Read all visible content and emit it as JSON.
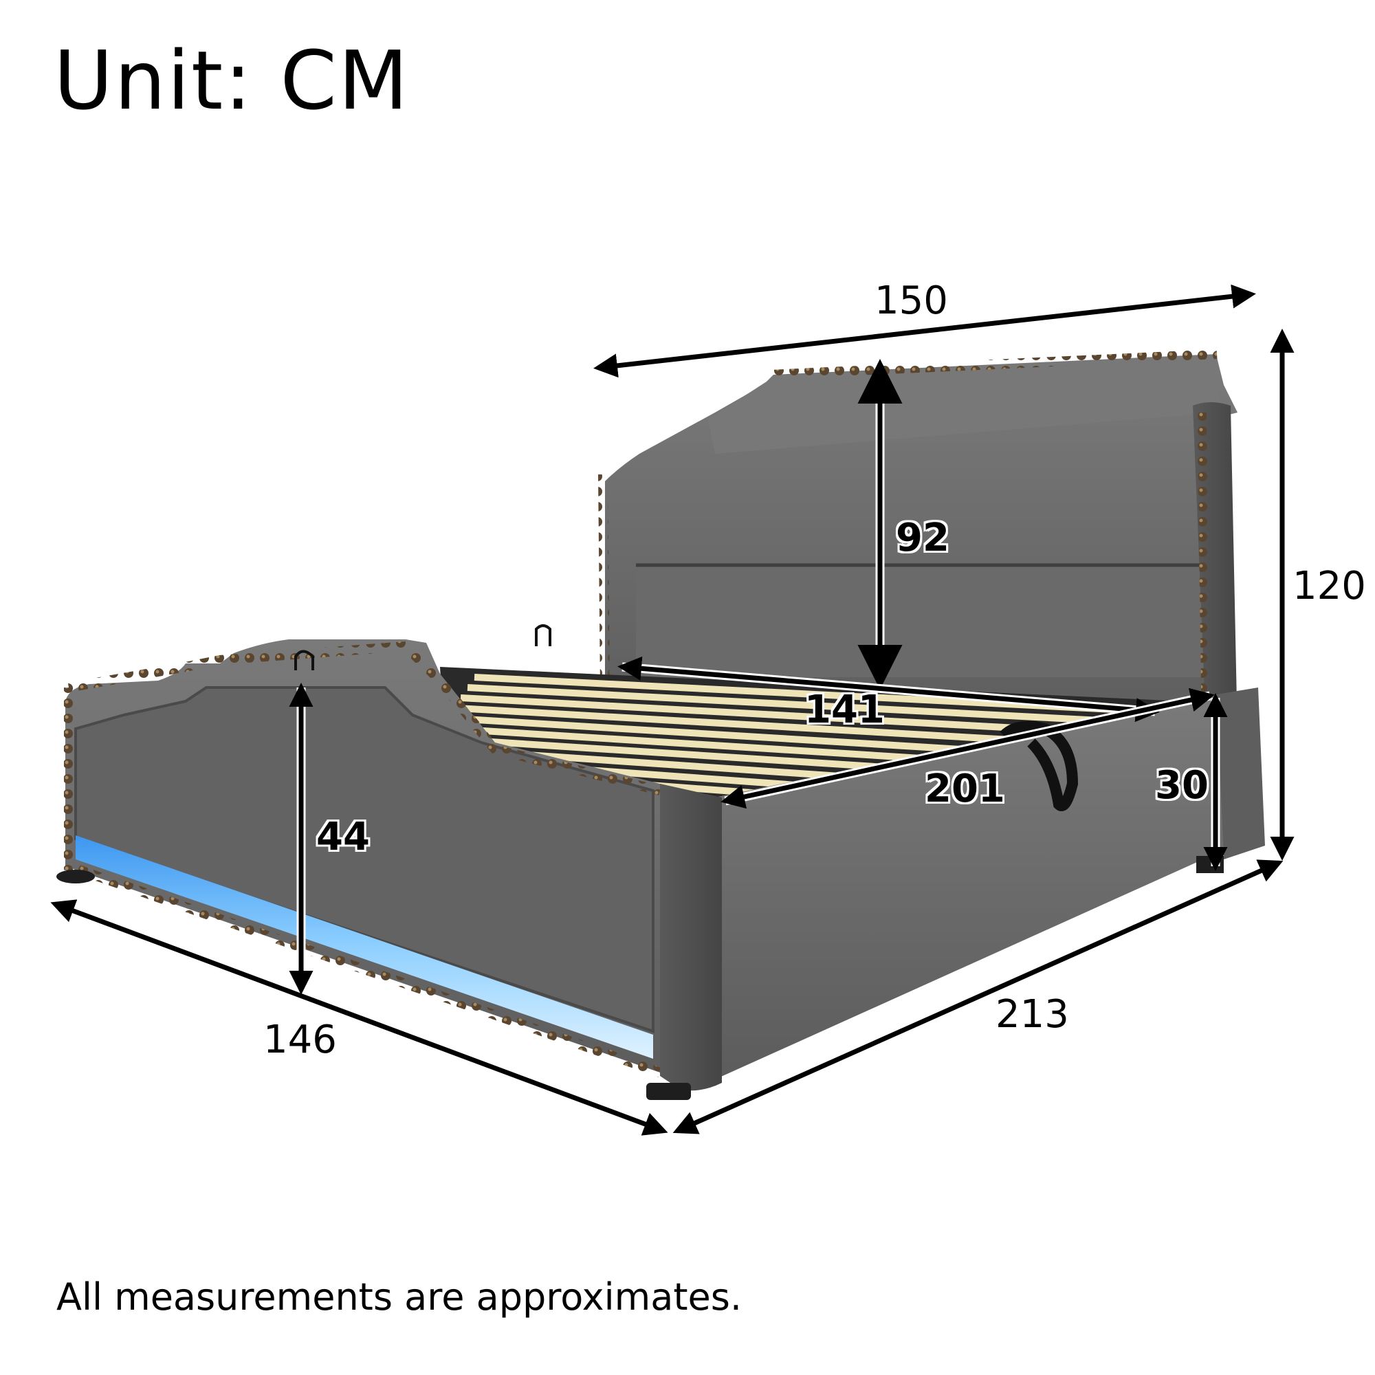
{
  "header": {
    "unit_label": "Unit: CM"
  },
  "footer": {
    "note": "All measurements are approximates."
  },
  "product": {
    "type": "upholstered platform bed with storage",
    "features": [
      "nailhead trim",
      "LED light strip",
      "wooden slats",
      "gas-lift storage strap",
      "headboard"
    ],
    "colors": {
      "upholstery": "#6e6e6e",
      "upholstery_dark": "#4f4f4f",
      "nailhead": "#5a4630",
      "led": "#4aa8ff",
      "led_glow": "#cfeaff",
      "slats": "#efe3b8",
      "feet": "#1e1e1e"
    }
  },
  "dimensions": {
    "headboard_width": {
      "value": "150",
      "unit": "CM"
    },
    "total_height": {
      "value": "120",
      "unit": "CM"
    },
    "headboard_panel_height": {
      "value": "92",
      "unit": "CM"
    },
    "slat_width": {
      "value": "141",
      "unit": "CM"
    },
    "slat_length": {
      "value": "201",
      "unit": "CM"
    },
    "side_rail_height": {
      "value": "30",
      "unit": "CM"
    },
    "footboard_height": {
      "value": "44",
      "unit": "CM"
    },
    "overall_width": {
      "value": "146",
      "unit": "CM"
    },
    "overall_length": {
      "value": "213",
      "unit": "CM"
    }
  }
}
